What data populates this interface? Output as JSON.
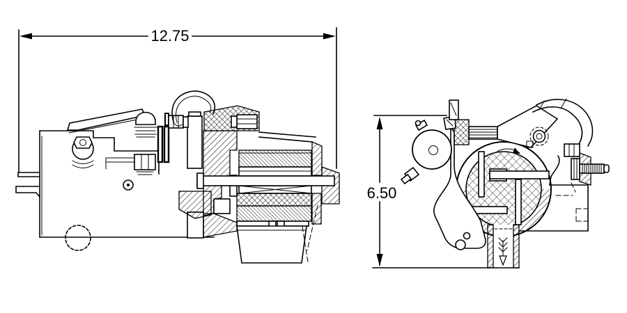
{
  "page": {
    "background_color": "#ffffff"
  },
  "drawing": {
    "stroke_color": "#000000",
    "type": "two-view mechanical line drawing with section hatching",
    "width_dimension": {
      "label": "12.75"
    },
    "height_dimension": {
      "label": "6.50"
    }
  }
}
